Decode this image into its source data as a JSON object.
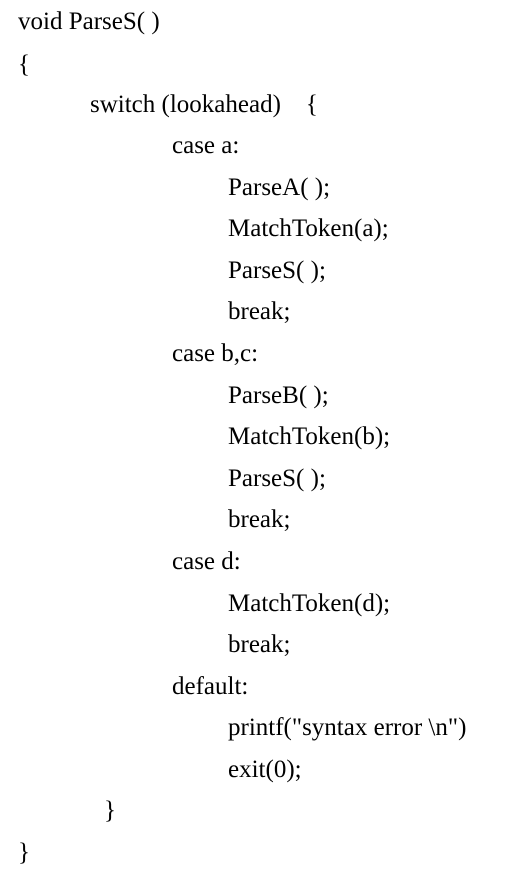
{
  "code": {
    "lines": [
      "void ParseS( )",
      "{",
      "switch (lookahead)    {",
      "case a:",
      "ParseA( );",
      "MatchToken(a);",
      "ParseS( );",
      "break;",
      "case b,c:",
      "ParseB( );",
      "MatchToken(b);",
      "ParseS( );",
      "break;",
      "case d:",
      "MatchToken(d);",
      "break;",
      "default:",
      "printf(\"syntax error \\n\")",
      "exit(0);",
      "}",
      "}"
    ]
  }
}
